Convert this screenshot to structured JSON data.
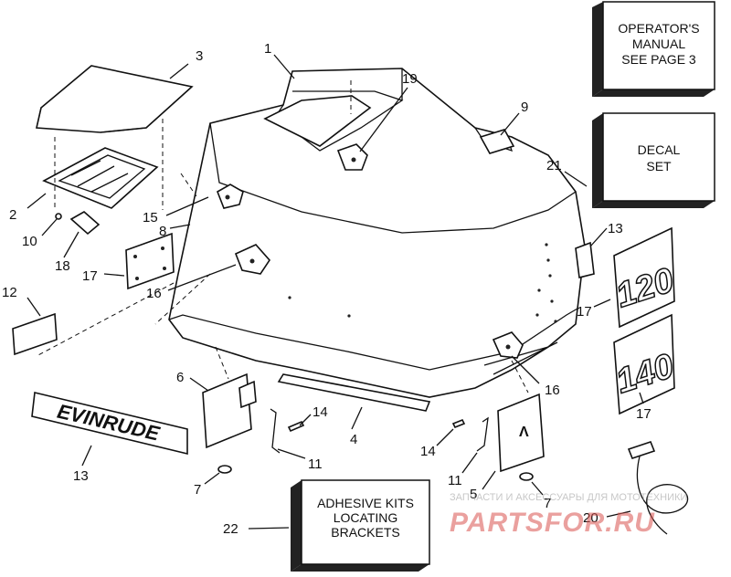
{
  "callouts": [
    "1",
    "2",
    "3",
    "4",
    "5",
    "6",
    "7",
    "7",
    "8",
    "9",
    "10",
    "11",
    "11",
    "12",
    "13",
    "13",
    "14",
    "14",
    "15",
    "16",
    "16",
    "17",
    "17",
    "17",
    "18",
    "19",
    "20",
    "21",
    "22"
  ],
  "notes": {
    "operators_manual": [
      "OPERATOR'S",
      "MANUAL",
      "SEE PAGE  3"
    ],
    "decal_set": [
      "DECAL",
      "SET"
    ],
    "adhesive_kits": [
      "ADHESIVE KITS",
      "LOCATING",
      "BRACKETS"
    ]
  },
  "decals": {
    "brand": "EVINRUDE",
    "model_120": "120",
    "model_140": "140"
  },
  "watermark": {
    "tagline": "ЗАПЧАСТИ И АКСЕССУАРЫ ДЛЯ МОТОТЕХНИКИ",
    "logo": "PARTSFOR.RU"
  },
  "colors": {
    "ink": "#111111",
    "watermark": "#d9534f"
  }
}
